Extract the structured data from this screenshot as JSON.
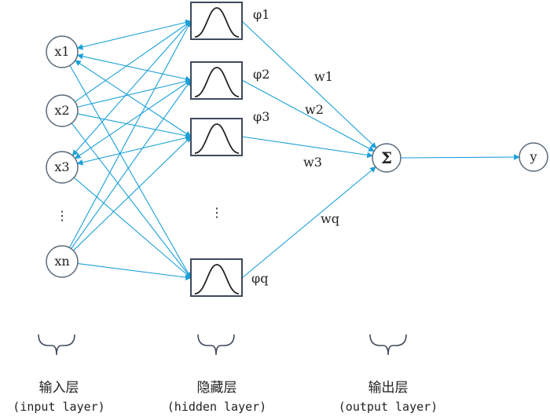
{
  "input_nodes": [
    "x1",
    "x2",
    "x3",
    "xn"
  ],
  "input_ellipsis": "⋮",
  "hidden_labels": [
    "φ1",
    "φ2",
    "φ3",
    "φq"
  ],
  "hidden_ellipsis": "⋮",
  "weights": [
    "w1",
    "w2",
    "w3",
    "wq"
  ],
  "sum_symbol": "Σ",
  "output_node": "y",
  "layers": {
    "input": {
      "cn": "输入层",
      "en": "(input layer)"
    },
    "hidden": {
      "cn": "隐藏层",
      "en": "(hidden layer)"
    },
    "output": {
      "cn": "输出层",
      "en": "(output layer)"
    }
  },
  "colors": {
    "edge": "#1aa0d8",
    "node_stroke": "#5a6b7b",
    "box_stroke": "#3f4a5c"
  }
}
